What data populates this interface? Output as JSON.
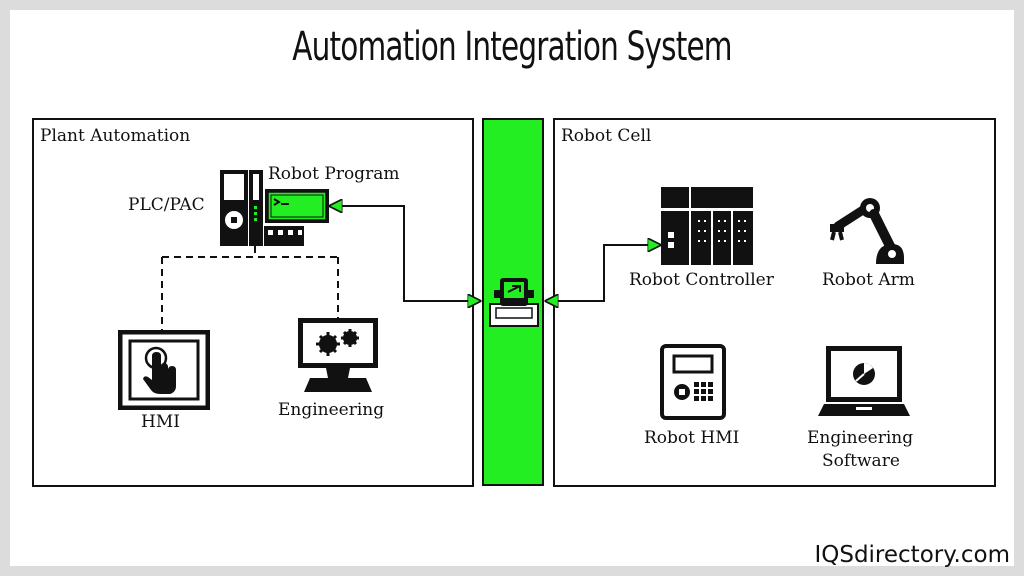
{
  "title": "Automation Integration System",
  "panels": {
    "plant": {
      "label": "Plant Automation"
    },
    "robot": {
      "label": "Robot Cell"
    }
  },
  "labels": {
    "plc": "PLC/PAC",
    "robot_program": "Robot Program",
    "hmi": "HMI",
    "engineering": "Engineering",
    "robot_controller": "Robot Controller",
    "robot_arm": "Robot Arm",
    "robot_hmi": "Robot HMI",
    "engineering_software_line1": "Engineering",
    "engineering_software_line2": "Software"
  },
  "watermark": "IQSdirectory.com",
  "colors": {
    "bus_green": "#22ee22",
    "line": "#111111",
    "frame": "#dcdcdc"
  },
  "icons": [
    "plc-icon",
    "robot-program-icon",
    "hmi-touch-icon",
    "engineering-monitor-icon",
    "network-switch-icon",
    "robot-controller-icon",
    "robot-arm-icon",
    "robot-hmi-pendant-icon",
    "laptop-icon"
  ]
}
